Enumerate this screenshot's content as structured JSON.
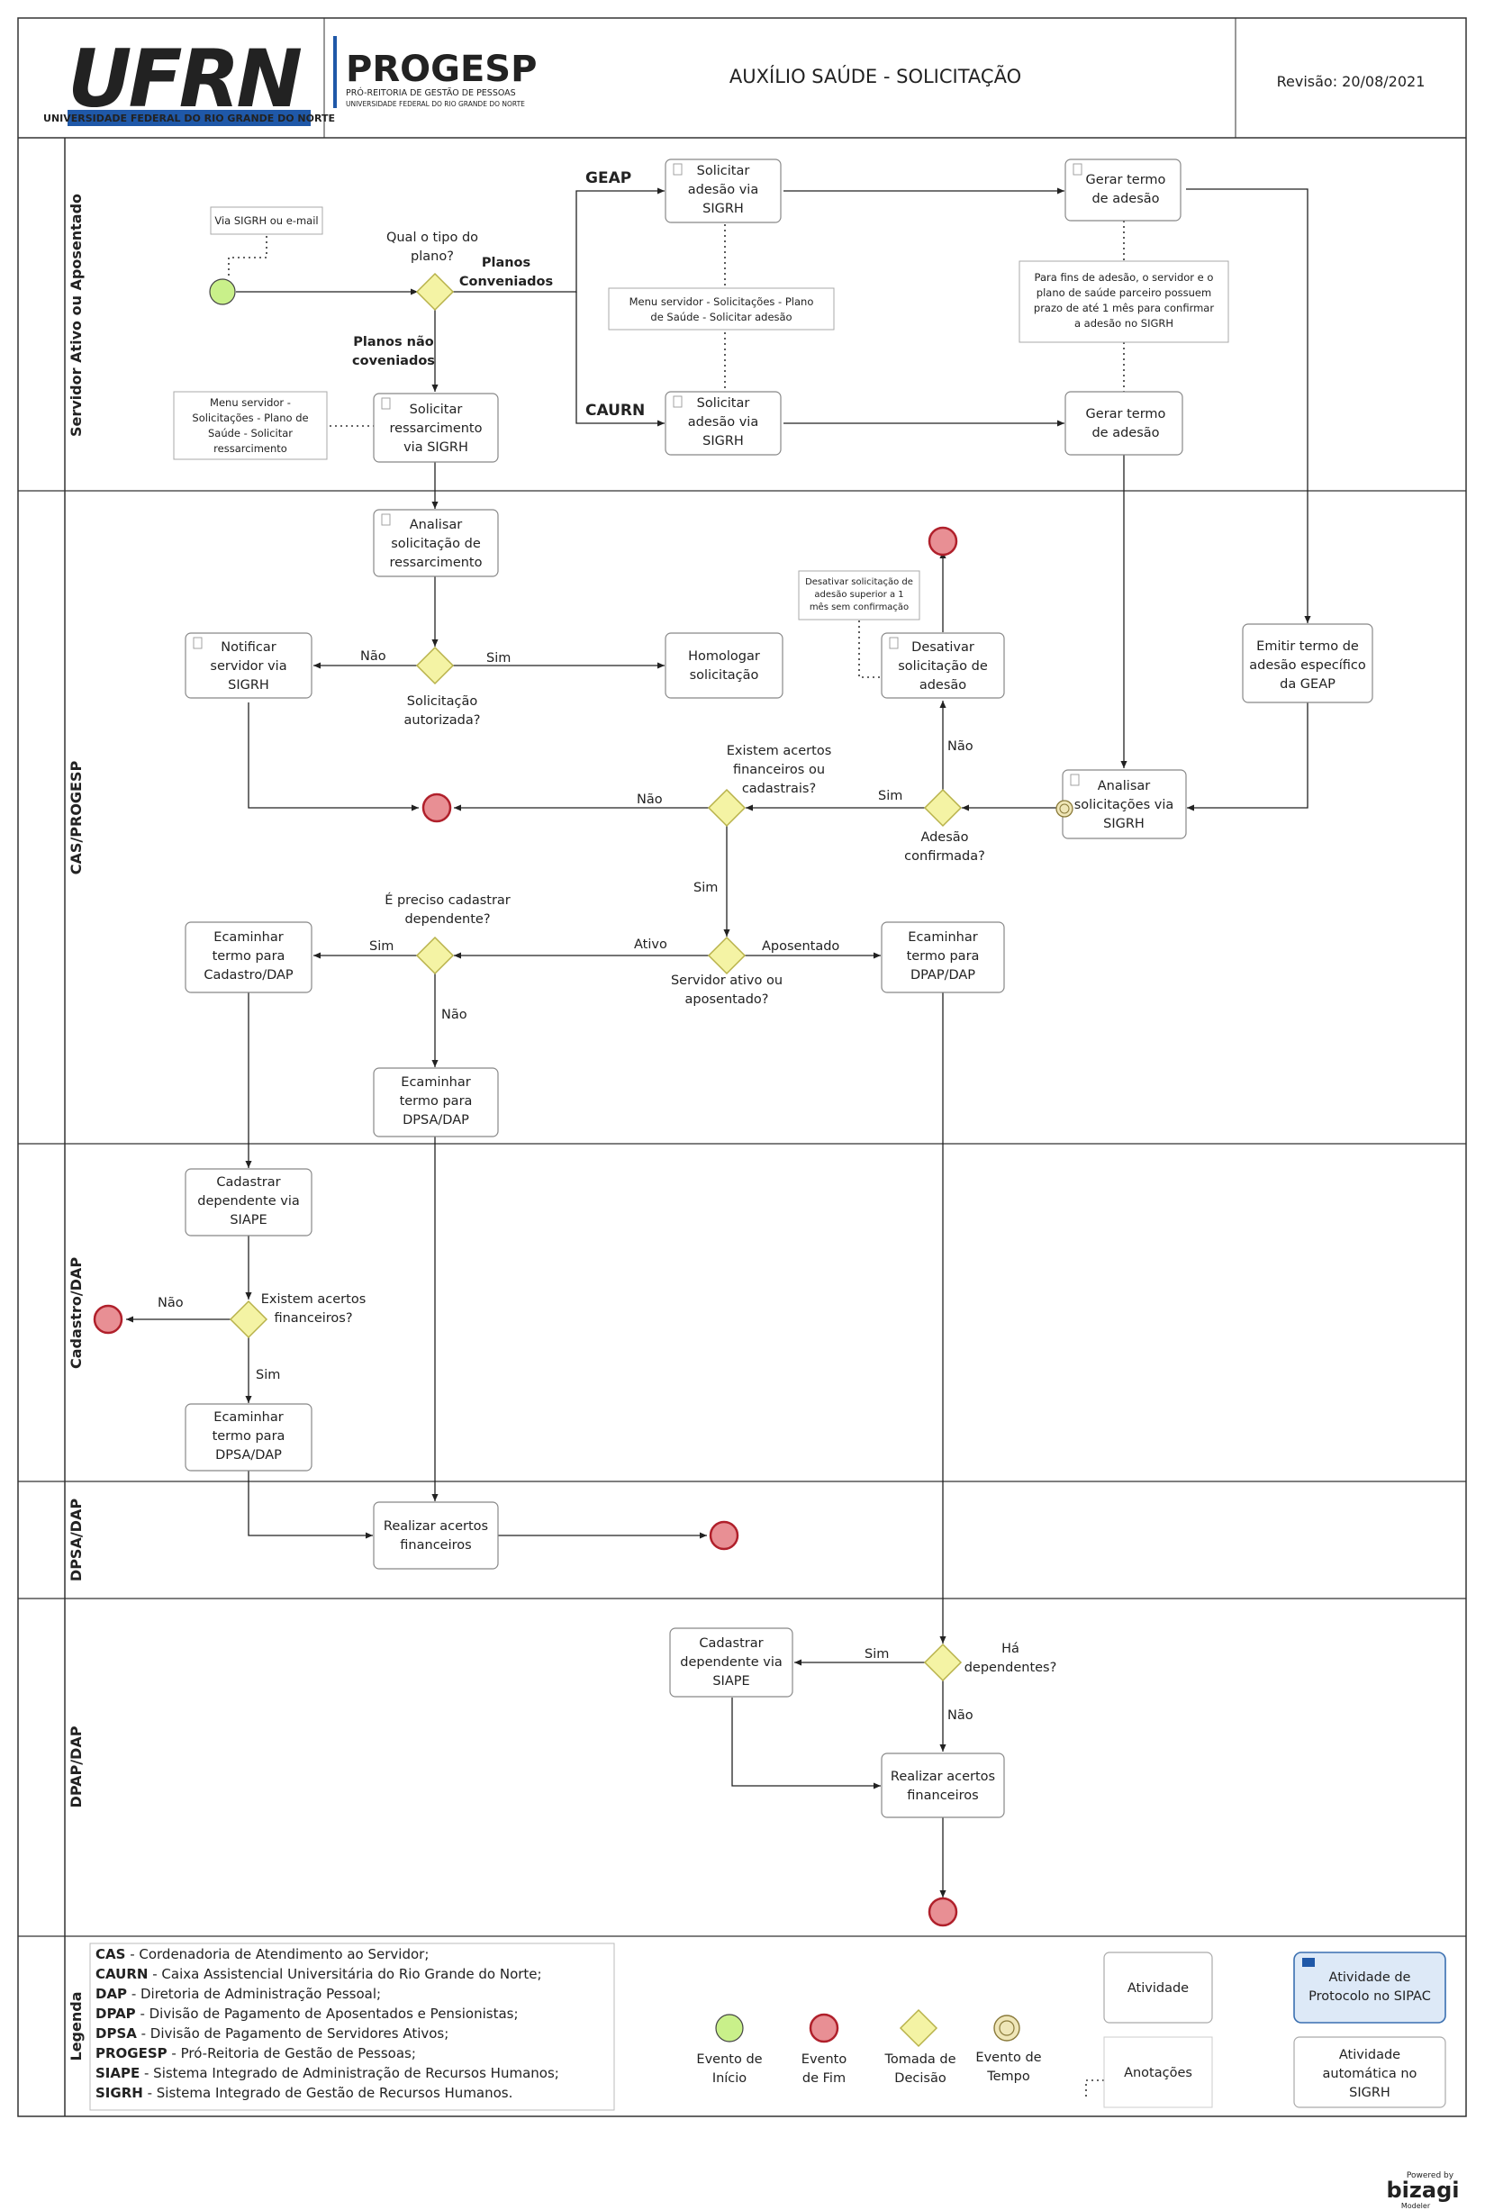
{
  "header": {
    "logo_main": "UFRN",
    "logo_sub": "UNIVERSIDADE FEDERAL DO RIO GRANDE DO NORTE",
    "logo2_main": "PROGESP",
    "logo2_sub1": "PRÓ-REITORIA DE GESTÃO DE PESSOAS",
    "logo2_sub2": "UNIVERSIDADE FEDERAL DO RIO GRANDE DO NORTE",
    "title": "AUXÍLIO SAÚDE - SOLICITAÇÃO",
    "revision": "Revisão: 20/08/2021"
  },
  "lanes": {
    "servidor": "Servidor Ativo ou Aposentado",
    "cas": "CAS/PROGESP",
    "cadastro": "Cadastro/DAP",
    "dpsa": "DPSA/DAP",
    "dpap": "DPAP/DAP",
    "legenda": "Legenda"
  },
  "tasks": {
    "solicitar_geap": [
      "Solicitar",
      "adesão via",
      "SIGRH"
    ],
    "gerar_termo_1": [
      "Gerar termo",
      "de adesão"
    ],
    "solicitar_ressarcimento": [
      "Solicitar",
      "ressarcimento",
      "via SIGRH"
    ],
    "solicitar_caurn": [
      "Solicitar",
      "adesão via",
      "SIGRH"
    ],
    "gerar_termo_2": [
      "Gerar termo",
      "de adesão"
    ],
    "analisar_ressarcimento": [
      "Analisar",
      "solicitação de",
      "ressarcimento"
    ],
    "notificar": [
      "Notificar",
      "servidor via",
      "SIGRH"
    ],
    "homologar": [
      "Homologar",
      "solicitação"
    ],
    "desativar": [
      "Desativar",
      "solicitação de",
      "adesão"
    ],
    "emitir_termo": [
      "Emitir termo de",
      "adesão específico",
      "da GEAP"
    ],
    "analisar_sigrh": [
      "Analisar",
      "solicitações via",
      "SIGRH"
    ],
    "enc_cadastro": [
      "Ecaminhar",
      "termo para",
      "Cadastro/DAP"
    ],
    "enc_dpap": [
      "Ecaminhar",
      "termo para",
      "DPAP/DAP"
    ],
    "enc_dpsa_1": [
      "Ecaminhar",
      "termo para",
      "DPSA/DAP"
    ],
    "cadastrar_siape_1": [
      "Cadastrar",
      "dependente via",
      "SIAPE"
    ],
    "enc_dpsa_2": [
      "Ecaminhar",
      "termo para",
      "DPSA/DAP"
    ],
    "realizar_acertos_1": [
      "Realizar acertos",
      "financeiros"
    ],
    "cadastrar_siape_2": [
      "Cadastrar",
      "dependente via",
      "SIAPE"
    ],
    "realizar_acertos_2": [
      "Realizar acertos",
      "financeiros"
    ]
  },
  "gateways": {
    "tipo_plano": [
      "Qual o tipo do",
      "plano?"
    ],
    "autorizada": [
      "Solicitação",
      "autorizada?"
    ],
    "acertos": [
      "Existem acertos",
      "financeiros ou",
      "cadastrais?"
    ],
    "adesao": [
      "Adesão",
      "confirmada?"
    ],
    "dependente": [
      "É preciso cadastrar",
      "dependente?"
    ],
    "ativo_aposentado": [
      "Servidor ativo ou",
      "aposentado?"
    ],
    "acertos_fin": [
      "Existem acertos",
      "financeiros?"
    ],
    "ha_dependentes": [
      "Há",
      "dependentes?"
    ]
  },
  "flow_labels": {
    "geap": "GEAP",
    "caurn": "CAURN",
    "planos_conveniados": [
      "Planos",
      "Conveniados"
    ],
    "planos_nao_conveniados": [
      "Planos não",
      "coveniados"
    ],
    "nao_1": "Não",
    "sim_1": "Sim",
    "nao_2": "Não",
    "sim_2": "Sim",
    "nao_3": "Não",
    "sim_3": "Sim",
    "sim_4": "Sim",
    "ativo": "Ativo",
    "aposentado": "Aposentado",
    "nao_4": "Não",
    "nao_5": "Não",
    "sim_5": "Sim",
    "sim_6": "Sim",
    "nao_6": "Não"
  },
  "annotations": {
    "via_sigrh": [
      "Via SIGRH ou e-mail"
    ],
    "menu_adesao": [
      "Menu servidor - Solicitações - Plano",
      "de Saúde - Solicitar adesão"
    ],
    "menu_ressarcimento": [
      "Menu servidor -",
      "Solicitações - Plano de",
      "Saúde - Solicitar",
      "ressarcimento"
    ],
    "prazo": [
      "Para fins de adesão, o servidor e o",
      "plano de saúde parceiro possuem",
      "prazo de até 1 mês para confirmar",
      "a adesão no SIGRH"
    ],
    "desativar_nota": [
      "Desativar solicitação de",
      "adesão superior a 1",
      "mês sem confirmação"
    ]
  },
  "legend": {
    "abbreviations": [
      {
        "abbr": "CAS",
        "text": " - Cordenadoria de Atendimento ao Servidor;"
      },
      {
        "abbr": "CAURN",
        "text": " - Caixa Assistencial Universitária do Rio Grande do Norte;"
      },
      {
        "abbr": "DAP",
        "text": " - Diretoria de Administração Pessoal;"
      },
      {
        "abbr": "DPAP",
        "text": " -  Divisão de Pagamento de Aposentados e Pensionistas;"
      },
      {
        "abbr": "DPSA",
        "text": " - Divisão de Pagamento de Servidores Ativos;"
      },
      {
        "abbr": "PROGESP",
        "text": " - Pró-Reitoria de Gestão de Pessoas;"
      },
      {
        "abbr": "SIAPE",
        "text": " - Sistema Integrado de Administração de Recursos Humanos;"
      },
      {
        "abbr": "SIGRH",
        "text": " - Sistema Integrado de Gestão de Recursos Humanos."
      }
    ],
    "symbols": {
      "inicio": [
        "Evento de",
        "Início"
      ],
      "fim": [
        "Evento",
        "de Fim"
      ],
      "decisao": [
        "Tomada de",
        "Decisão"
      ],
      "tempo": [
        "Evento de",
        "Tempo"
      ]
    },
    "boxes": {
      "atividade": [
        "Atividade"
      ],
      "sipac": [
        "Atividade de",
        "Protocolo no SIPAC"
      ],
      "anotacoes": [
        "Anotações"
      ],
      "automatica": [
        "Atividade",
        "automática no",
        "SIGRH"
      ]
    }
  },
  "footer": {
    "powered": "Powered by",
    "brand": "bizagi",
    "modeler": "Modeler"
  },
  "colors": {
    "start_fill": "#c9f08a",
    "end_fill": "#e88f94",
    "end_stroke": "#b0202b",
    "gateway_fill": "#f4f3a4",
    "gateway_stroke": "#b8b24a",
    "ufrn_blue": "#1f58a8",
    "sipac_fill": "#dde9f7"
  }
}
